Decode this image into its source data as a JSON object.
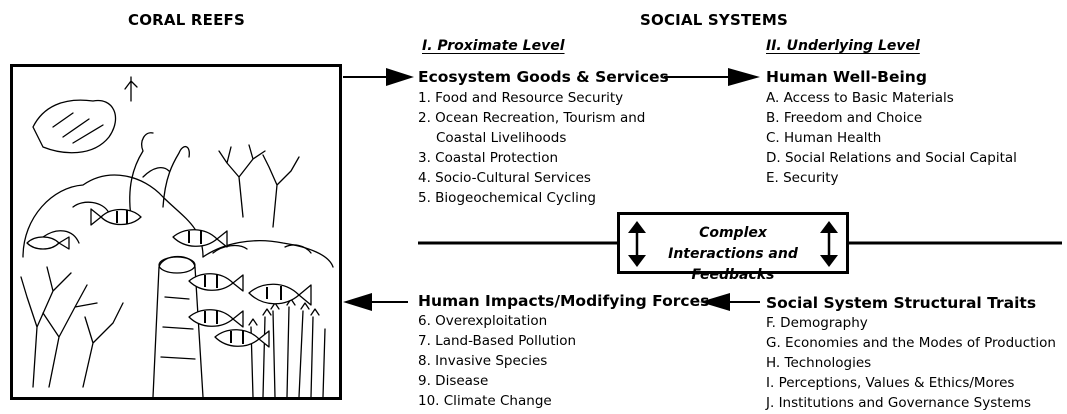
{
  "headers": {
    "coral_reefs": "CORAL REEFS",
    "social_systems": "SOCIAL SYSTEMS",
    "proximate_level": "I. Proximate Level",
    "underlying_level": "II. Underlying Level"
  },
  "ecosystem_goods": {
    "title": "Ecosystem Goods & Services",
    "items": [
      "1. Food and Resource Security",
      "2. Ocean Recreation, Tourism and",
      "Coastal Livelihoods",
      "3. Coastal Protection",
      "4. Socio-Cultural Services",
      "5. Biogeochemical Cycling"
    ]
  },
  "human_wellbeing": {
    "title": "Human Well-Being",
    "items": [
      "A. Access to Basic Materials",
      "B. Freedom and Choice",
      "C. Human Health",
      "D. Social Relations and Social Capital",
      "E. Security"
    ]
  },
  "interactions": {
    "text": "Complex Interactions and Feedbacks"
  },
  "human_impacts": {
    "title": "Human Impacts/Modifying Forces",
    "items": [
      "6. Overexploitation",
      "7. Land-Based Pollution",
      "8. Invasive Species",
      "9. Disease",
      "10. Climate Change"
    ]
  },
  "structural_traits": {
    "title": "Social System Structural Traits",
    "items": [
      "F. Demography",
      "G. Economies and the Modes of Production",
      "H. Technologies",
      "I. Perceptions, Values & Ethics/Mores",
      "J. Institutions and Governance Systems"
    ]
  }
}
